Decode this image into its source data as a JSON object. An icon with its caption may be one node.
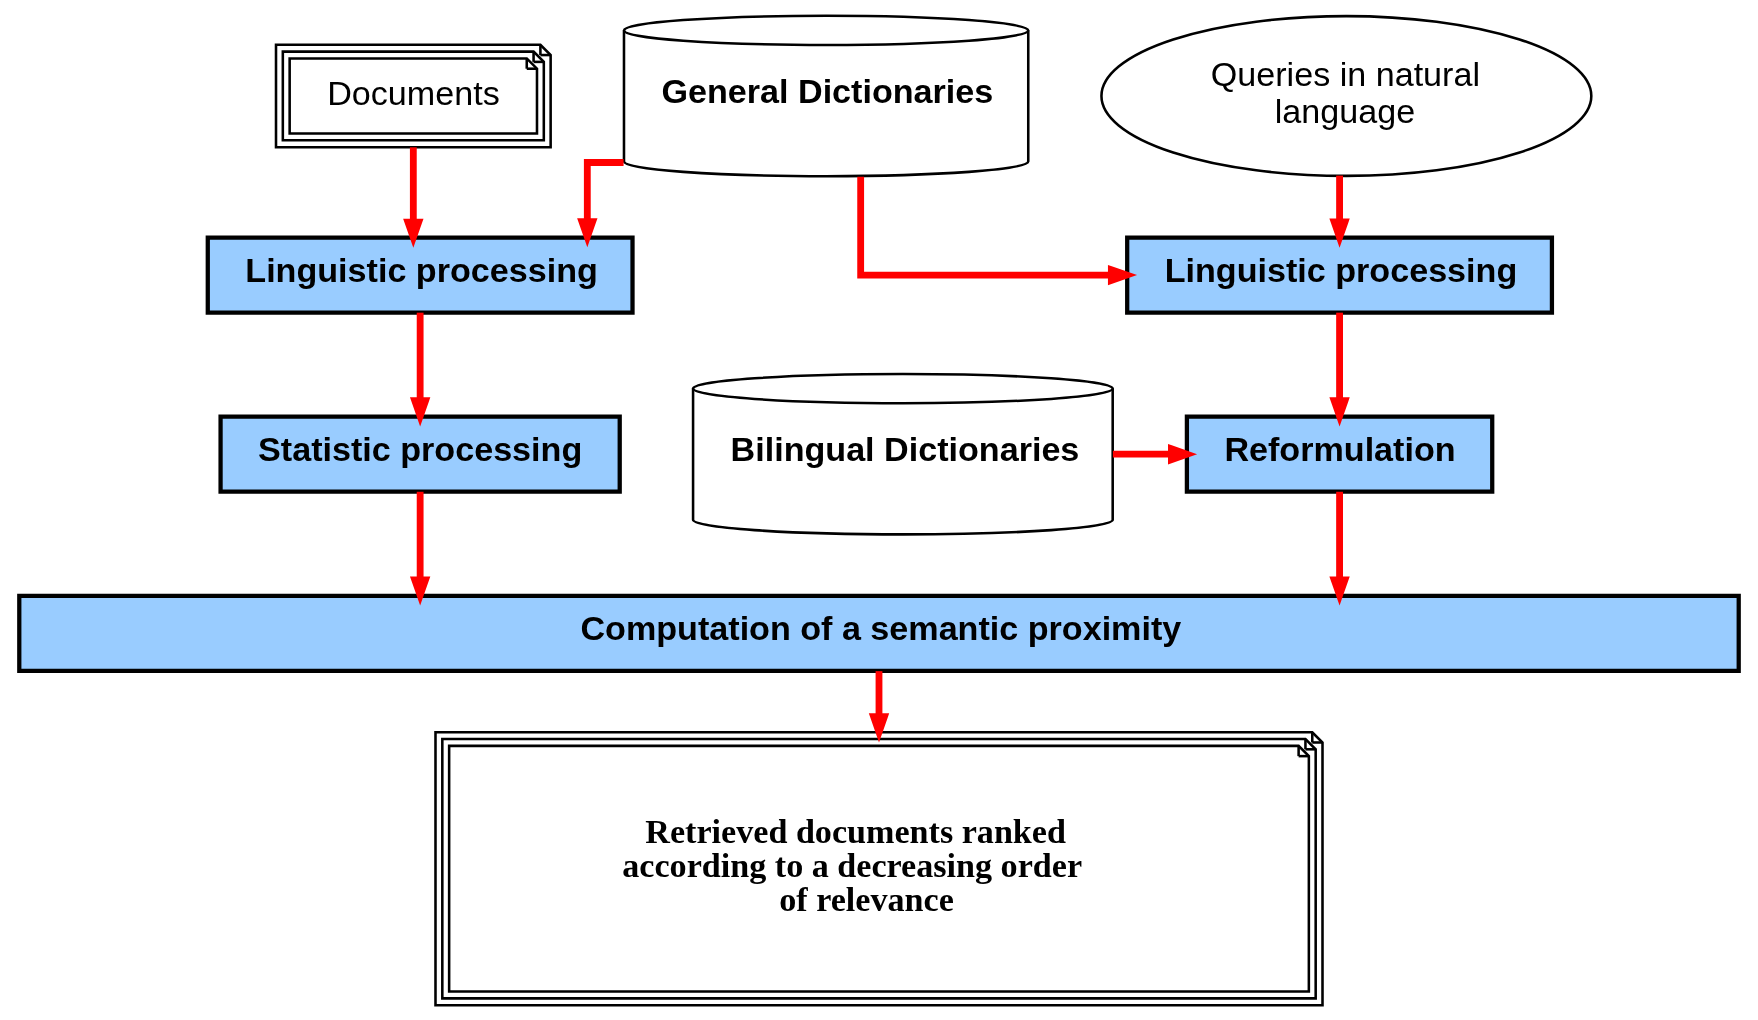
{
  "diagram": {
    "nodes": [
      {
        "text": [
          "Documents"
        ]
      },
      {
        "text": [
          "Linguistic processing"
        ]
      },
      {
        "text": [
          "Statistic processing"
        ]
      },
      {
        "text": [
          "General Dictionaries"
        ]
      },
      {
        "text": [
          "Bilingual Dictionaries"
        ]
      },
      {
        "text": [
          "Queries in natural language"
        ]
      },
      {
        "text": [
          "Linguistic processing"
        ]
      },
      {
        "text": [
          "Reformulation"
        ]
      },
      {
        "text": [
          "Computation of a semantic proximity"
        ]
      },
      {
        "text": [
          "Retrieved documents ranked according to a decreasing order of relevance"
        ]
      }
    ],
    "edges": [
      {
        "from": 0,
        "to": 1,
        "arrow": "to"
      },
      {
        "from": 3,
        "to": 1,
        "arrow": "to"
      },
      {
        "from": 1,
        "to": 2,
        "arrow": "to"
      },
      {
        "from": 2,
        "to": 8,
        "arrow": "to"
      },
      {
        "from": 5,
        "to": 6,
        "arrow": "to"
      },
      {
        "from": 3,
        "to": 6,
        "arrow": "to"
      },
      {
        "from": 6,
        "to": 7,
        "arrow": "to"
      },
      {
        "from": 4,
        "to": 7,
        "arrow": "to"
      },
      {
        "from": 7,
        "to": 8,
        "arrow": "to"
      },
      {
        "from": 8,
        "to": 9,
        "arrow": "to"
      }
    ]
  }
}
